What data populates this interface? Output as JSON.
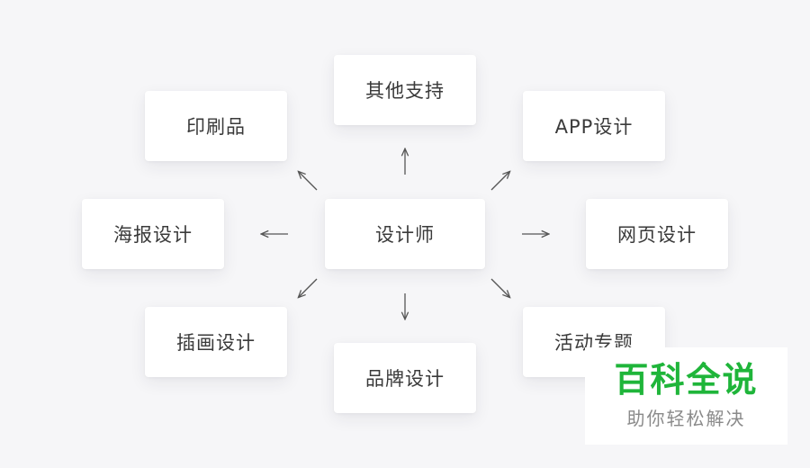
{
  "center": {
    "label": "设计师"
  },
  "nodes": {
    "top": "其他支持",
    "top_left": "印刷品",
    "top_right": "APP设计",
    "left": "海报设计",
    "right": "网页设计",
    "bottom_left": "插画设计",
    "bottom": "品牌设计",
    "bottom_right": "活动专题"
  },
  "watermark": {
    "title": "百科全说",
    "subtitle": "助你轻松解决",
    "color": "#1fb53a"
  }
}
